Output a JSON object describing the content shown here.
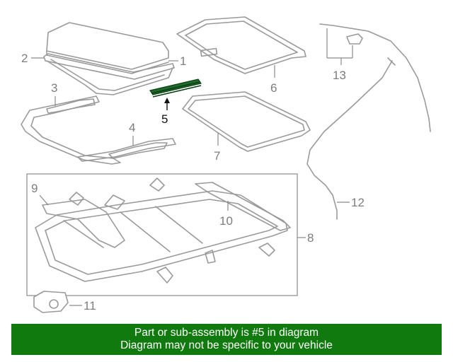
{
  "callouts": {
    "c1": "1",
    "c2": "2",
    "c3": "3",
    "c4": "4",
    "c5": "5",
    "c6": "6",
    "c7": "7",
    "c8": "8",
    "c9": "9",
    "c10": "10",
    "c11": "11",
    "c12": "12",
    "c13": "13"
  },
  "highlight_part": "5",
  "colors": {
    "banner": "#117a0e",
    "banner_text": "#ffffff",
    "line_art": "#9a9a9a",
    "highlight": "#1e6b2c"
  },
  "banner": {
    "line1": "Part or sub-assembly is #5 in diagram",
    "line2": "Diagram may not be specific to your vehicle"
  }
}
